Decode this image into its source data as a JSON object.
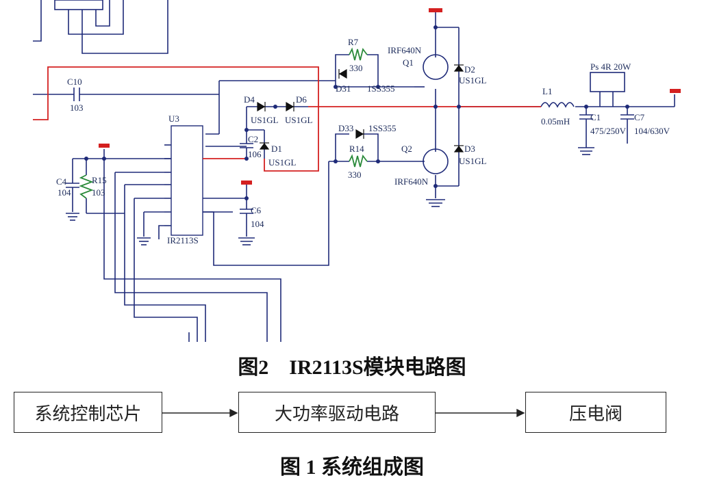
{
  "fig2": {
    "caption": "图2　IR2113S模块电路图",
    "components": {
      "r7_name": "R7",
      "r7_value": "330",
      "q1_type": "IRF640N",
      "q1_name": "Q1",
      "d2_name": "D2",
      "d2_type": "US1GL",
      "d31_name": "D31",
      "d31_type": "1SS355",
      "c10_name": "C10",
      "c10_value": "103",
      "d4_name": "D4",
      "d4_type": "US1GL",
      "d6_name": "D6",
      "d6_type": "US1GL",
      "u3_name": "U3",
      "u3_type": "IR2113S",
      "c2_name": "C2",
      "c2_value": "106",
      "d1_name": "D1",
      "d1_type": "US1GL",
      "c4_name": "C4",
      "c4_value": "104",
      "r15_name": "R15",
      "r15_value": "103",
      "d33_name": "D33",
      "d33_type": "1SS355",
      "r14_name": "R14",
      "r14_value": "330",
      "q2_name": "Q2",
      "q2_type": "IRF640N",
      "d3_name": "D3",
      "d3_type": "US1GL",
      "c6_name": "C6",
      "c6_value": "104",
      "l1_name": "L1",
      "l1_value": "0.05mH",
      "c1_name": "C1",
      "c1_value": "475/250V",
      "c7_name": "C7",
      "c7_value": "104/630V",
      "ps_label": "Ps 4R 20W"
    }
  },
  "fig1": {
    "caption": "图 1 系统组成图",
    "blocks": [
      "系统控制芯片",
      "大功率驱动电路",
      "压电阀"
    ]
  },
  "colors": {
    "wire": "#1e2a78",
    "red_wire": "#d42020",
    "text": "#1b2a5a"
  }
}
